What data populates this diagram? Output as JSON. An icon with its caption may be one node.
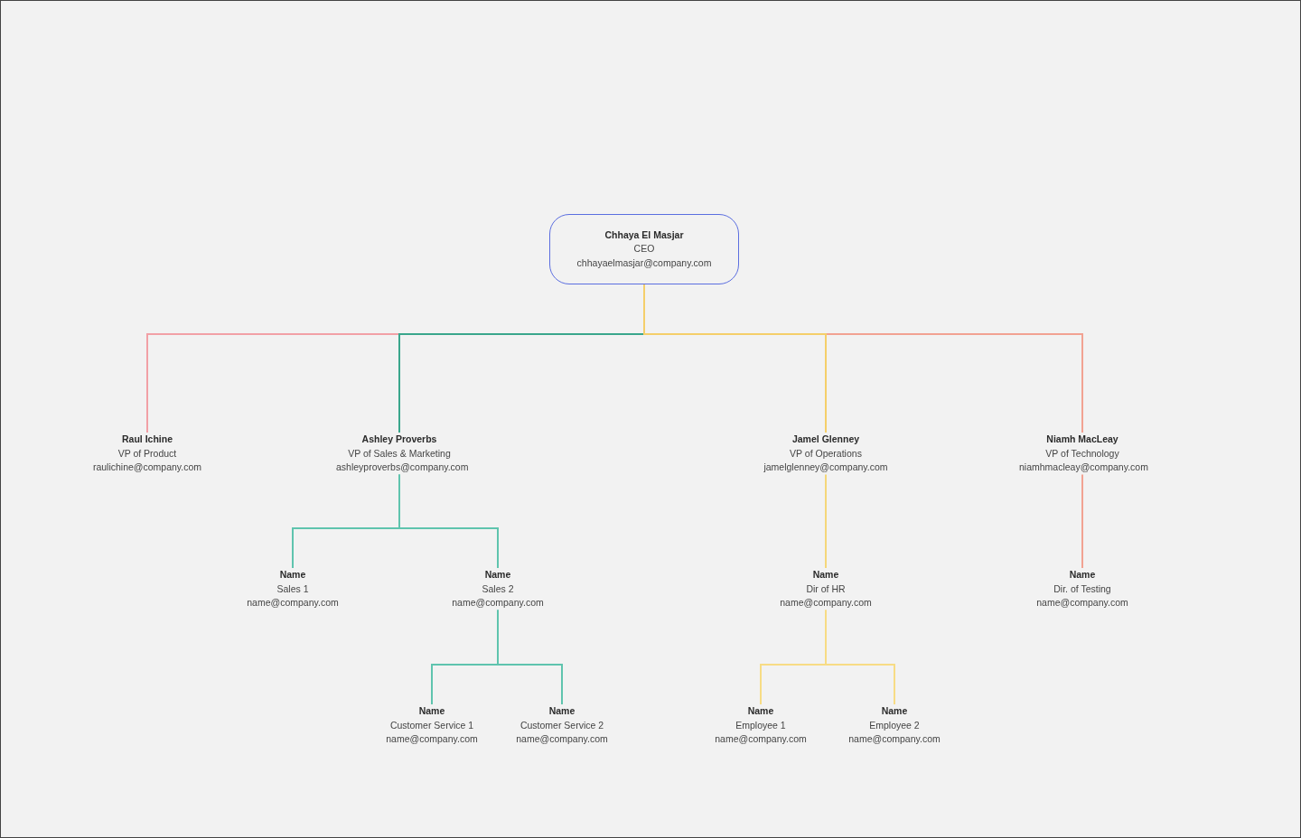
{
  "diagram": {
    "nodes": [
      {
        "text": [
          "Chhaya El Masjar",
          "CEO",
          "chhayaelmasjar@company.com"
        ]
      },
      {
        "text": [
          "Raul Ichine",
          "VP of Product",
          "raulichine@company.com"
        ]
      },
      {
        "text": [
          "Ashley Proverbs",
          "VP of Sales & Marketing",
          "ashleyproverbs@company.com"
        ]
      },
      {
        "text": [
          "Jamel Glenney",
          "VP of Operations",
          "jamelglenney@company.com"
        ]
      },
      {
        "text": [
          "Niamh MacLeay",
          "VP of Technology",
          "niamhmacleay@company.com"
        ]
      },
      {
        "text": [
          "Name",
          "Sales 1",
          "name@company.com"
        ]
      },
      {
        "text": [
          "Name",
          "Sales 2",
          "name@company.com"
        ]
      },
      {
        "text": [
          "Name",
          "Dir of HR",
          "name@company.com"
        ]
      },
      {
        "text": [
          "Name",
          "Dir. of Testing",
          "name@company.com"
        ]
      },
      {
        "text": [
          "Name",
          "Customer Service 1",
          "name@company.com"
        ]
      },
      {
        "text": [
          "Name",
          "Customer Service 2",
          "name@company.com"
        ]
      },
      {
        "text": [
          "Name",
          "Employee 1",
          "name@company.com"
        ]
      },
      {
        "text": [
          "Name",
          "Employee 2",
          "name@company.com"
        ]
      }
    ],
    "edges": [
      {
        "from": 0,
        "to": 1,
        "arrow": "none",
        "color": "#f2a0a6"
      },
      {
        "from": 0,
        "to": 2,
        "arrow": "none",
        "color": "#3aa68c"
      },
      {
        "from": 0,
        "to": 3,
        "arrow": "none",
        "color": "#f5cf6a"
      },
      {
        "from": 0,
        "to": 4,
        "arrow": "none",
        "color": "#f2a292"
      },
      {
        "from": 2,
        "to": 5,
        "arrow": "none",
        "color": "#5fc4ae"
      },
      {
        "from": 2,
        "to": 6,
        "arrow": "none",
        "color": "#5fc4ae"
      },
      {
        "from": 3,
        "to": 7,
        "arrow": "none",
        "color": "#f5d77a"
      },
      {
        "from": 4,
        "to": 8,
        "arrow": "none",
        "color": "#f2a292"
      },
      {
        "from": 6,
        "to": 9,
        "arrow": "none",
        "color": "#5fc4ae"
      },
      {
        "from": 6,
        "to": 10,
        "arrow": "none",
        "color": "#5fc4ae"
      },
      {
        "from": 7,
        "to": 11,
        "arrow": "none",
        "color": "#f7dc85"
      },
      {
        "from": 7,
        "to": 12,
        "arrow": "none",
        "color": "#f7dc85"
      }
    ]
  }
}
